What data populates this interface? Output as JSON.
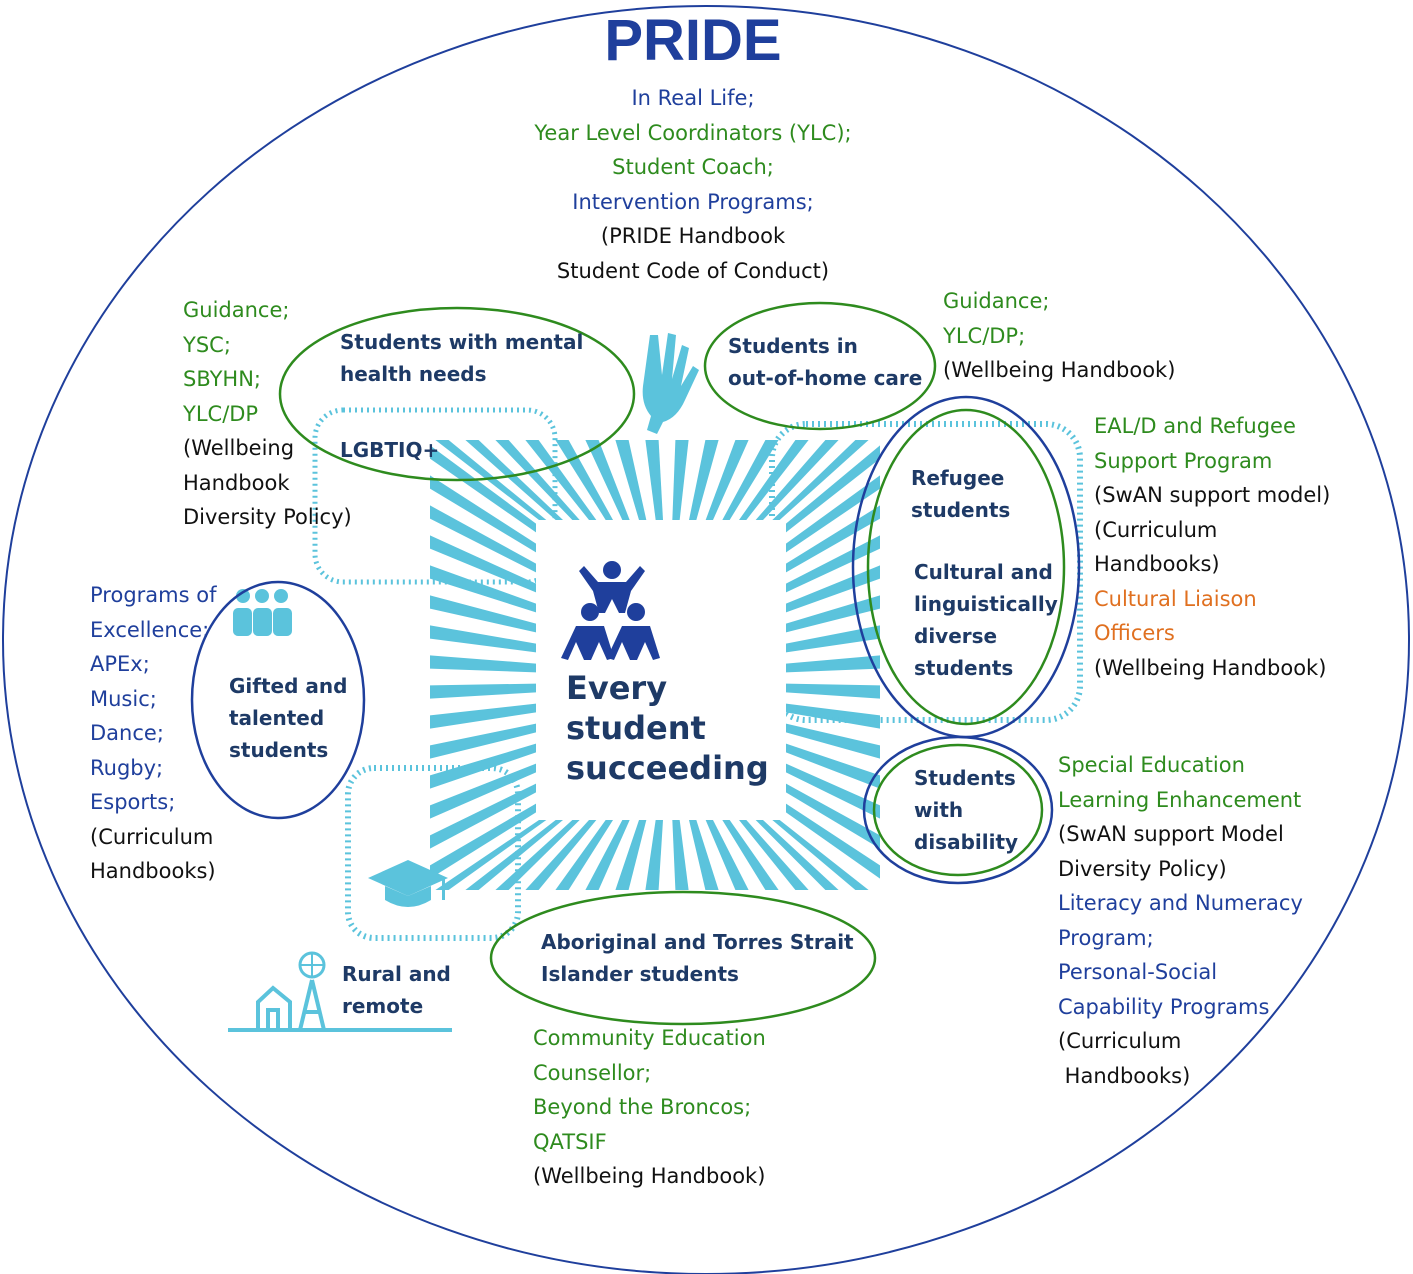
{
  "title": "PRIDE",
  "center": {
    "line1": "Every",
    "line2": "student",
    "line3": "succeeding"
  },
  "groups": {
    "mental_health": [
      "Students with mental",
      "health needs"
    ],
    "lgbtiq": "LGBTIQ+",
    "out_of_home": [
      "Students in",
      "out-of-home care"
    ],
    "refugee": [
      "Refugee",
      "students"
    ],
    "cald": [
      "Cultural and",
      "linguistically",
      "diverse",
      "students"
    ],
    "gifted": [
      "Gifted and",
      "talented",
      "students"
    ],
    "disability": [
      "Students",
      "with",
      "disability"
    ],
    "indigenous": [
      "Aboriginal and Torres Strait",
      "Islander students"
    ],
    "rural": [
      "Rural and",
      "remote"
    ]
  },
  "annotations": {
    "top": {
      "l1": "In Real Life;",
      "l2": "Year Level Coordinators (YLC);",
      "l3": "Student Coach;",
      "l4": "Intervention Programs;",
      "l5": "(PRIDE Handbook",
      "l6": "Student Code of Conduct)"
    },
    "top_left": {
      "l1": "Guidance;",
      "l2": "YSC;",
      "l3": "SBYHN;",
      "l4": "YLC/DP",
      "l5": "(Wellbeing",
      "l6": "Handbook",
      "l7": "Diversity Policy)"
    },
    "top_right": {
      "l1": "Guidance;",
      "l2": "YLC/DP;",
      "l3": "(Wellbeing Handbook)"
    },
    "right_upper": {
      "l1": "EAL/D and Refugee",
      "l2": "Support Program",
      "l3": "(SwAN support model)",
      "l4": "(Curriculum",
      "l5": "Handbooks)",
      "l6": "Cultural Liaison",
      "l7": "Officers",
      "l8": "(Wellbeing Handbook)"
    },
    "left": {
      "l1": "Programs of",
      "l2": "Excellence:",
      "l3": "APEx;",
      "l4": "Music;",
      "l5": "Dance;",
      "l6": "Rugby;",
      "l7": "Esports;",
      "l8": "(Curriculum",
      "l9": "Handbooks)"
    },
    "right_lower": {
      "l1": "Special Education",
      "l2": "Learning Enhancement",
      "l3": "(SwAN support Model",
      "l4": "Diversity Policy)",
      "l5": "Literacy and Numeracy",
      "l6": "Program;",
      "l7": "Personal-Social",
      "l8": "Capability Programs",
      "l9": "(Curriculum",
      "l10": " Handbooks)"
    },
    "bottom": {
      "l1": "Community Education",
      "l2": "Counsellor;",
      "l3": "Beyond the Broncos;",
      "l4": "QATSIF",
      "l5": "(Wellbeing Handbook)"
    }
  },
  "colors": {
    "outer_circle": "#1f3f9c",
    "green_ellipse": "#2e8b1e",
    "blue_ellipse": "#1f3f9c",
    "stripes": "#5bc3dc",
    "label_dark": "#1e3a66"
  },
  "icons": [
    "hands-icon",
    "people-group-icon",
    "graduation-cap-icon",
    "rural-farm-icon",
    "students-figures-icon"
  ]
}
